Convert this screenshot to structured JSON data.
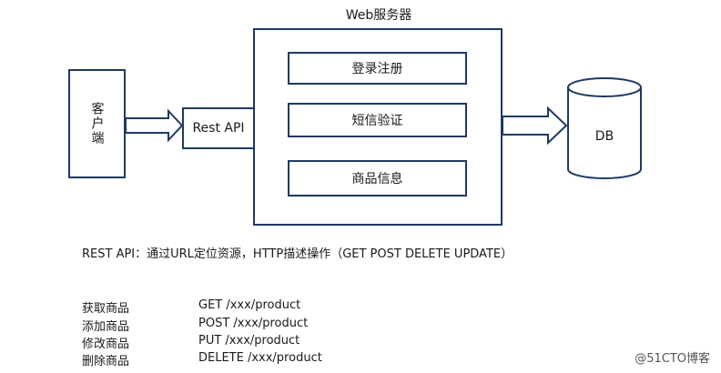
{
  "server": {
    "title": "Web服务器",
    "modules": [
      "登录注册",
      "短信验证",
      "商品信息"
    ]
  },
  "client": {
    "label": "客户端"
  },
  "api": {
    "label": "Rest API"
  },
  "db": {
    "label": "DB"
  },
  "description": "REST API：通过URL定位资源，HTTP描述操作（GET POST DELETE UPDATE）",
  "operations": [
    {
      "name": "获取商品",
      "route": "GET /xxx/product"
    },
    {
      "name": "添加商品",
      "route": "POST /xxx/product"
    },
    {
      "name": "修改商品",
      "route": "PUT /xxx/product"
    },
    {
      "name": "删除商品",
      "route": "DELETE /xxx/product"
    }
  ],
  "watermark": "@51CTO博客",
  "colors": {
    "border": "#1f3a63",
    "text": "#1a1a1a"
  }
}
